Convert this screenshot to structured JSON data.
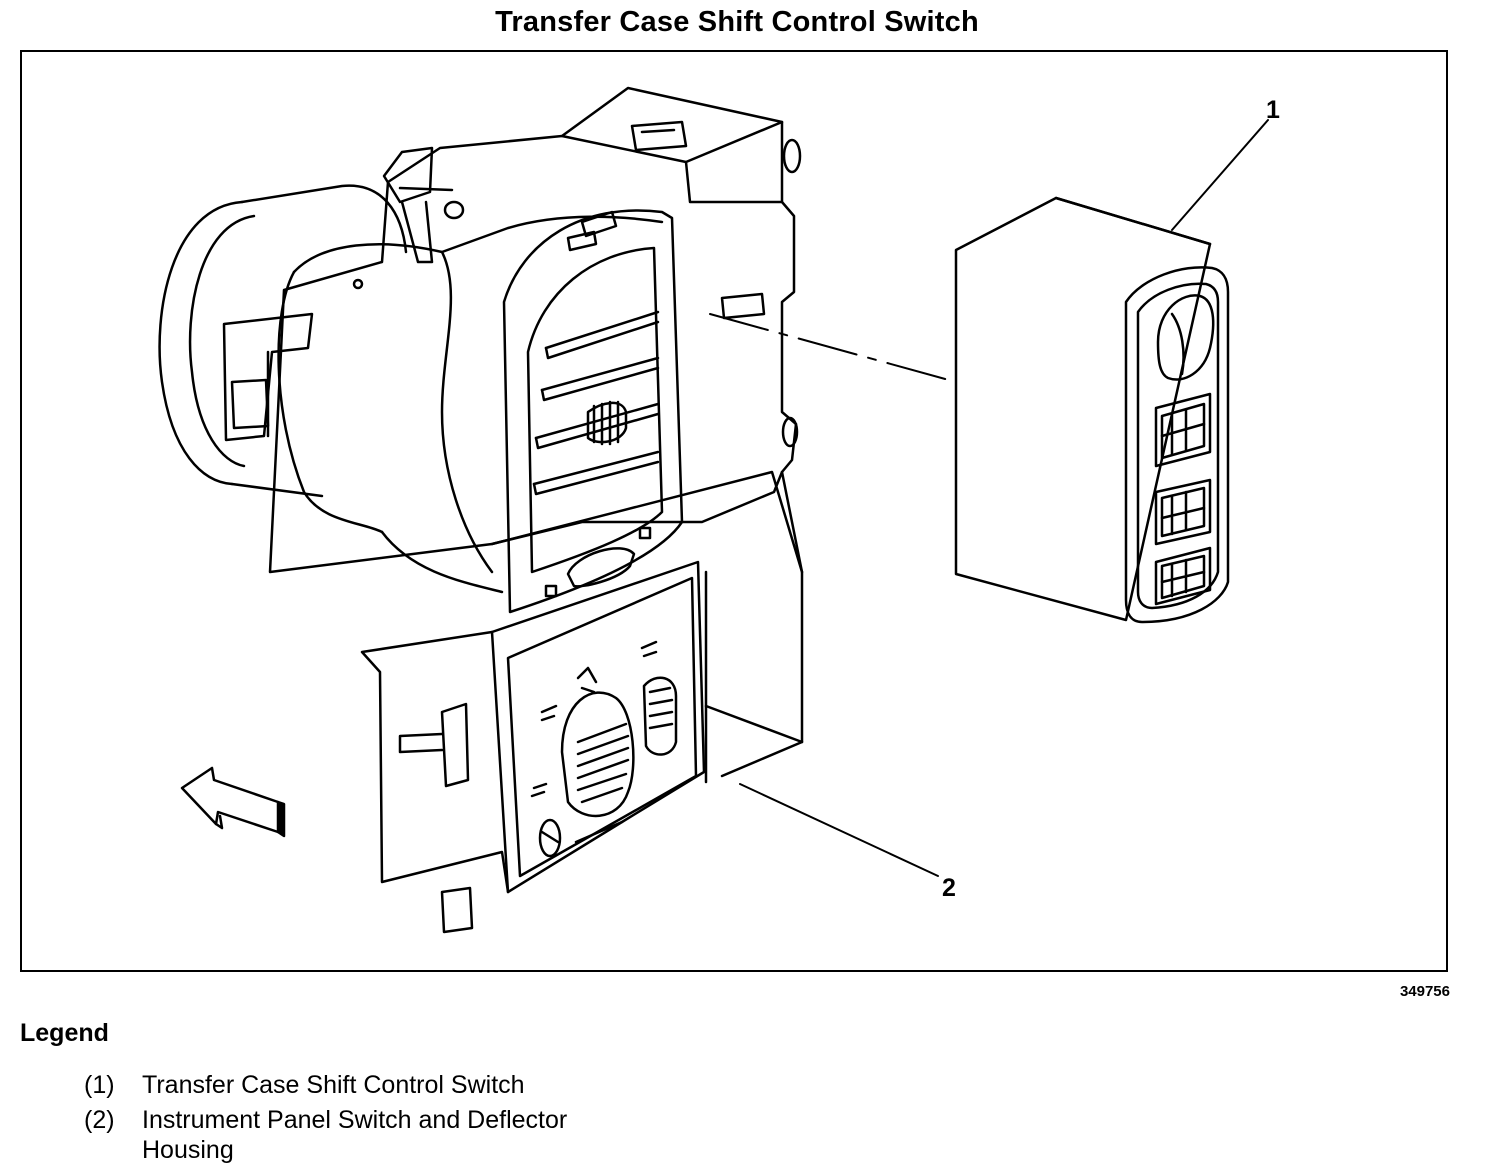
{
  "title": "Transfer Case Shift Control Switch",
  "callouts": {
    "c1": "1",
    "c2": "2"
  },
  "figure_id": "349756",
  "legend": {
    "heading": "Legend",
    "items": [
      {
        "num": "(1)",
        "text": "Transfer Case Shift Control Switch"
      },
      {
        "num": "(2)",
        "text": "Instrument Panel Switch and Deflector Housing"
      }
    ]
  },
  "icons": {
    "direction-arrow": "arrow-left-icon"
  }
}
